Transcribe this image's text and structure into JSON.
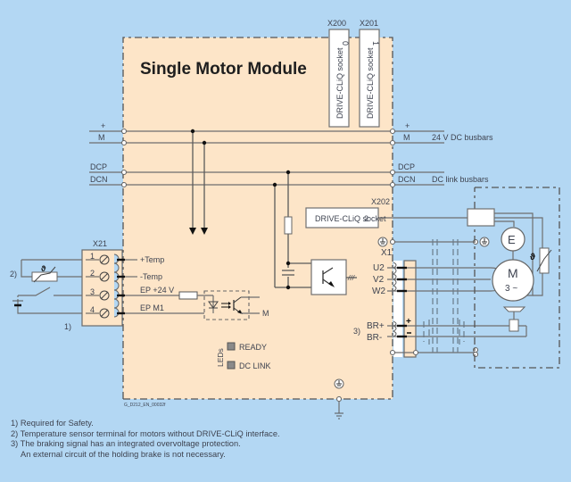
{
  "title": "Single Motor Module",
  "connectors": {
    "x200": {
      "id": "X200",
      "label": "DRIVE-CLiQ socket",
      "number": "0"
    },
    "x201": {
      "id": "X201",
      "label": "DRIVE-CLiQ socket",
      "number": "1"
    },
    "x202": {
      "id": "X202",
      "label": "DRIVE-CLiQ socket",
      "number": "2"
    },
    "x21": {
      "id": "X21",
      "terminals": [
        "1",
        "2",
        "3",
        "4"
      ],
      "footnote_ref": "1)"
    },
    "x1": {
      "id": "X1"
    }
  },
  "busbars": {
    "dc24": {
      "plus": "+",
      "minus": "M",
      "label": "24 V DC busbars"
    },
    "dclink": {
      "pos": "DCP",
      "neg": "DCN",
      "label": "DC link busbars"
    }
  },
  "x21_signals": [
    "+Temp",
    "-Temp",
    "EP +24 V",
    "EP M1"
  ],
  "optocoupler_output": "M",
  "temp_sensor_ref": "2)",
  "theta_symbol": "ϑ",
  "motor_terminals": [
    "U2",
    "V2",
    "W2"
  ],
  "brake_terminals": {
    "ref": "3)",
    "pos": "BR+",
    "neg": "BR-",
    "plus_sign": "+",
    "minus_sign": "−"
  },
  "motor": {
    "label": "M",
    "sublabel": "3 ~",
    "encoder": "E"
  },
  "igbt_symbol": "///",
  "leds": {
    "group_label": "LEDs",
    "items": [
      "READY",
      "DC LINK"
    ]
  },
  "drawing_id": "G_D212_EN_00032f",
  "footnotes": [
    "1) Required for Safety.",
    "2) Temperature sensor terminal for motors without DRIVE-CLiQ interface.",
    "3) The braking signal has an integrated overvoltage protection.",
    "    An external circuit of the holding brake is not necessary."
  ]
}
